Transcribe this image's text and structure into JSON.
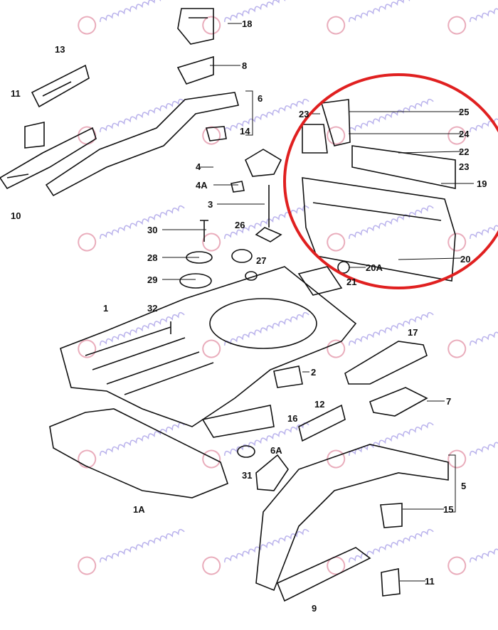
{
  "diagram": {
    "watermark_text": "georgakopoulos",
    "highlight_color": "#e02020",
    "labels": [
      "18",
      "13",
      "8",
      "11",
      "6",
      "14",
      "4",
      "4A",
      "3",
      "10",
      "30",
      "26",
      "28",
      "27",
      "29",
      "21",
      "1",
      "32",
      "2",
      "17",
      "7",
      "12",
      "16",
      "6A",
      "31",
      "1A",
      "5",
      "15",
      "9",
      "11",
      "25",
      "24",
      "22",
      "23",
      "23",
      "19",
      "20",
      "20A"
    ]
  }
}
